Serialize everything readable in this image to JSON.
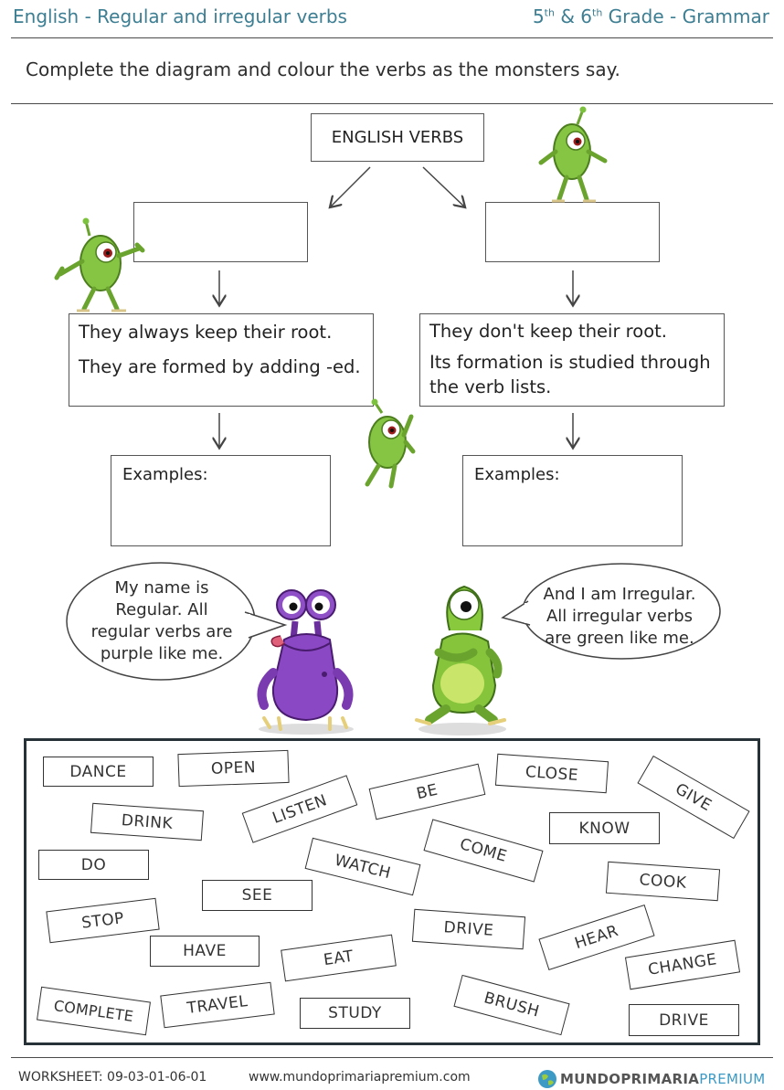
{
  "header": {
    "title": "English - Regular and irregular verbs",
    "grade_pre": "5",
    "grade_sup1": "th",
    "grade_mid": " & 6",
    "grade_sup2": "th",
    "grade_post": " Grade - Grammar"
  },
  "instruction": "Complete the diagram and colour the verbs as the monsters say.",
  "diagram": {
    "root": "ENGLISH VERBS",
    "left": {
      "line1": "They always keep their root.",
      "line2": "They are formed by adding -ed.",
      "examples_label": "Examples:"
    },
    "right": {
      "line1": "They don't keep their root.",
      "line2a": "Its formation is studied through",
      "line2b": "the verb lists.",
      "examples_label": "Examples:"
    }
  },
  "bubbles": {
    "regular": [
      "My name is",
      "Regular. All",
      "regular verbs are",
      "purple like me."
    ],
    "irregular": [
      "And I am Irregular.",
      "All irregular verbs",
      "are green like me."
    ]
  },
  "words": [
    "DANCE",
    "OPEN",
    "CLOSE",
    "GIVE",
    "DRINK",
    "LISTEN",
    "BE",
    "KNOW",
    "DO",
    "WATCH",
    "COME",
    "COOK",
    "SEE",
    "STOP",
    "DRIVE",
    "HEAR",
    "HAVE",
    "EAT",
    "CHANGE",
    "COMPLETE",
    "TRAVEL",
    "STUDY",
    "BRUSH",
    "DRIVE"
  ],
  "footer": {
    "worksheet": "WORKSHEET: 09-03-01-06-01",
    "website": "www.mundoprimariapremium.com",
    "logo_a": "MUNDO",
    "logo_b": "PRIMARIA",
    "logo_c": "PREMIUM"
  },
  "colors": {
    "accent": "#3d7e93",
    "regular_monster": "#7b3fb0",
    "irregular_monster": "#7cc23c",
    "logo_blue": "#3c9ac4"
  }
}
